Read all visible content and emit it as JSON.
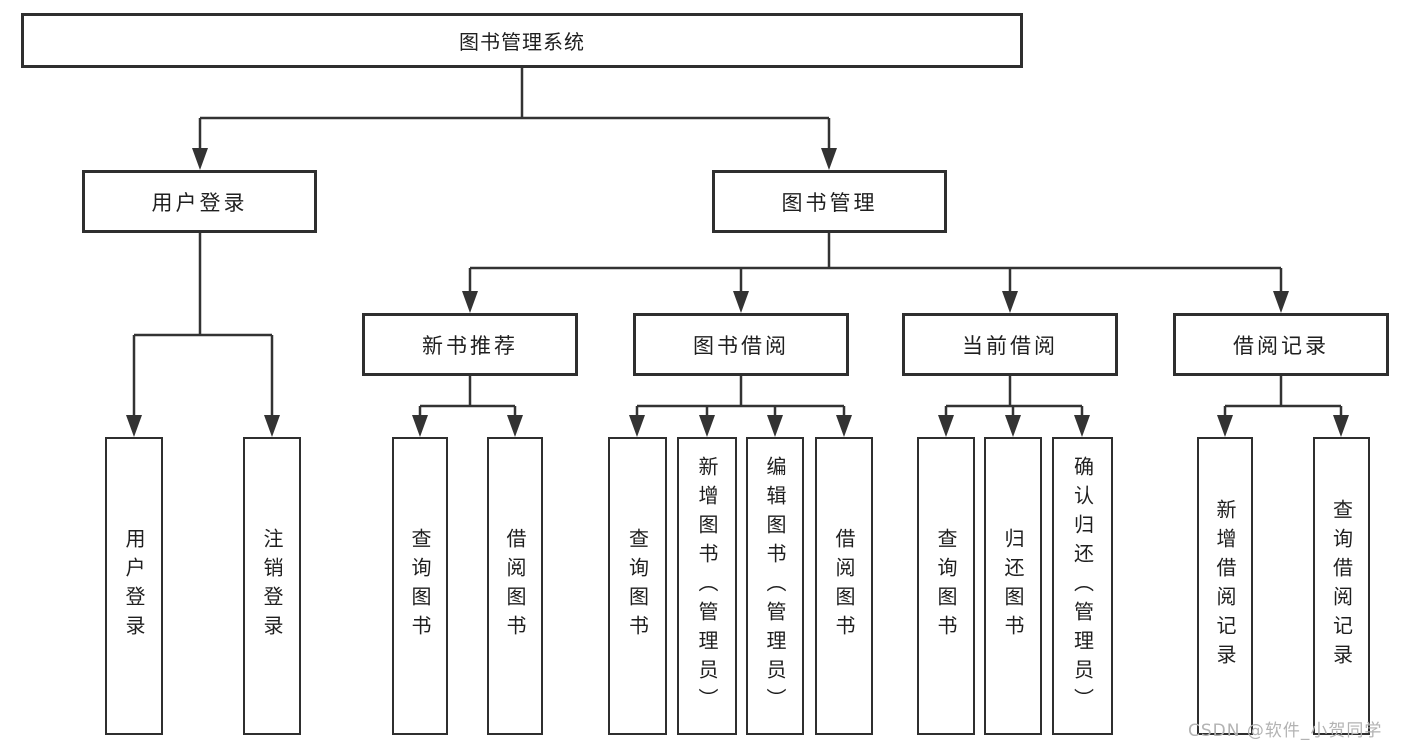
{
  "diagram_type": "hierarchy-tree",
  "tree": {
    "label": "图书管理系统",
    "children": [
      {
        "label": "用户登录",
        "children": [
          {
            "label": "用户登录"
          },
          {
            "label": "注销登录"
          }
        ]
      },
      {
        "label": "图书管理",
        "children": [
          {
            "label": "新书推荐",
            "children": [
              {
                "label": "查询图书"
              },
              {
                "label": "借阅图书"
              }
            ]
          },
          {
            "label": "图书借阅",
            "children": [
              {
                "label": "查询图书"
              },
              {
                "label": "新增图书（管理员）"
              },
              {
                "label": "编辑图书（管理员）"
              },
              {
                "label": "借阅图书"
              }
            ]
          },
          {
            "label": "当前借阅",
            "children": [
              {
                "label": "查询图书"
              },
              {
                "label": "归还图书"
              },
              {
                "label": "确认归还（管理员）"
              }
            ]
          },
          {
            "label": "借阅记录",
            "children": [
              {
                "label": "新增借阅记录"
              },
              {
                "label": "查询借阅记录"
              }
            ]
          }
        ]
      }
    ]
  },
  "watermark": {
    "text": "CSDN @软件_小贺同学",
    "color": "#b3b3b3"
  },
  "colors": {
    "background": "#ffffff",
    "line": "#333333",
    "box_border": "#2f2f2f",
    "text": "#1f1f1f"
  }
}
